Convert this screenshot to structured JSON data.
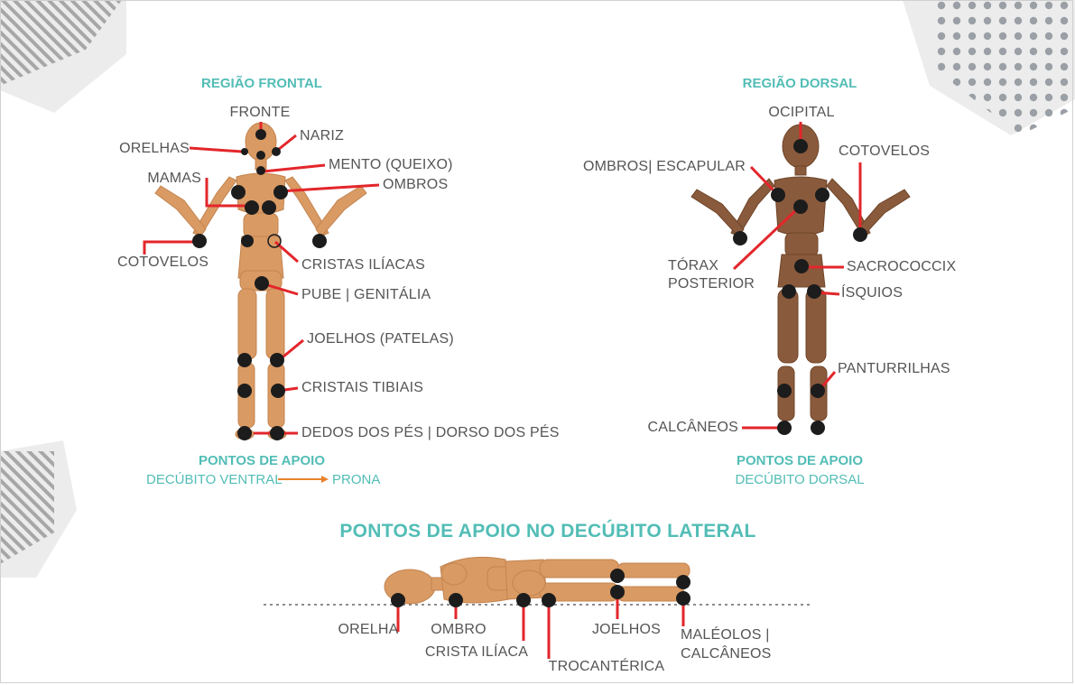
{
  "frontal": {
    "title": "REGIÃO FRONTAL",
    "labels": {
      "fronte": "FRONTE",
      "nariz": "NARIZ",
      "orelhas": "ORELHAS",
      "mento": "MENTO (QUEIXO)",
      "mamas": "MAMAS",
      "ombros": "OMBROS",
      "cotovelos": "COTOVELOS",
      "cristas_iliacas": "CRISTAS ILÍACAS",
      "pube": "PUBE | GENITÁLIA",
      "joelhos": "JOELHOS (PATELAS)",
      "cristais_tibiais": "CRISTAIS TIBIAIS",
      "dedos": "DEDOS DOS PÉS | DORSO DOS PÉS"
    },
    "footer": {
      "title": "PONTOS DE APOIO",
      "sub_left": "DECÚBITO VENTRAL",
      "sub_right": "PRONA"
    }
  },
  "dorsal": {
    "title": "REGIÃO DORSAL",
    "labels": {
      "occipital": "OCIPITAL",
      "ombros": "OMBROS| ESCAPULAR",
      "cotovelos": "COTOVELOS",
      "torax_1": "TÓRAX",
      "torax_2": "POSTERIOR",
      "sacrococcix": "SACROCOCCIX",
      "isquios": "ÍSQUIOS",
      "panturrilhas": "PANTURRILHAS",
      "calcaneos": "CALCÂNEOS"
    },
    "footer": {
      "title": "PONTOS DE APOIO",
      "sub": "DECÚBITO DORSAL"
    }
  },
  "lateral": {
    "title": "PONTOS DE APOIO NO DECÚBITO LATERAL",
    "labels": {
      "orelha": "ORELHA",
      "ombro": "OMBRO",
      "crista": "CRISTA ILÍACA",
      "trocanterica": "TROCANTÉRICA",
      "joelhos": "JOELHOS",
      "maleolos_1": "MALÉOLOS |",
      "maleolos_2": "CALCÂNEOS"
    }
  },
  "colors": {
    "accent": "#52bdb6",
    "line": "#e3262b",
    "dot": "#1c1c1c",
    "skin_light": "#d99a64",
    "skin_dark": "#8a5a3c",
    "text": "#555555",
    "arrow": "#e8822a"
  }
}
